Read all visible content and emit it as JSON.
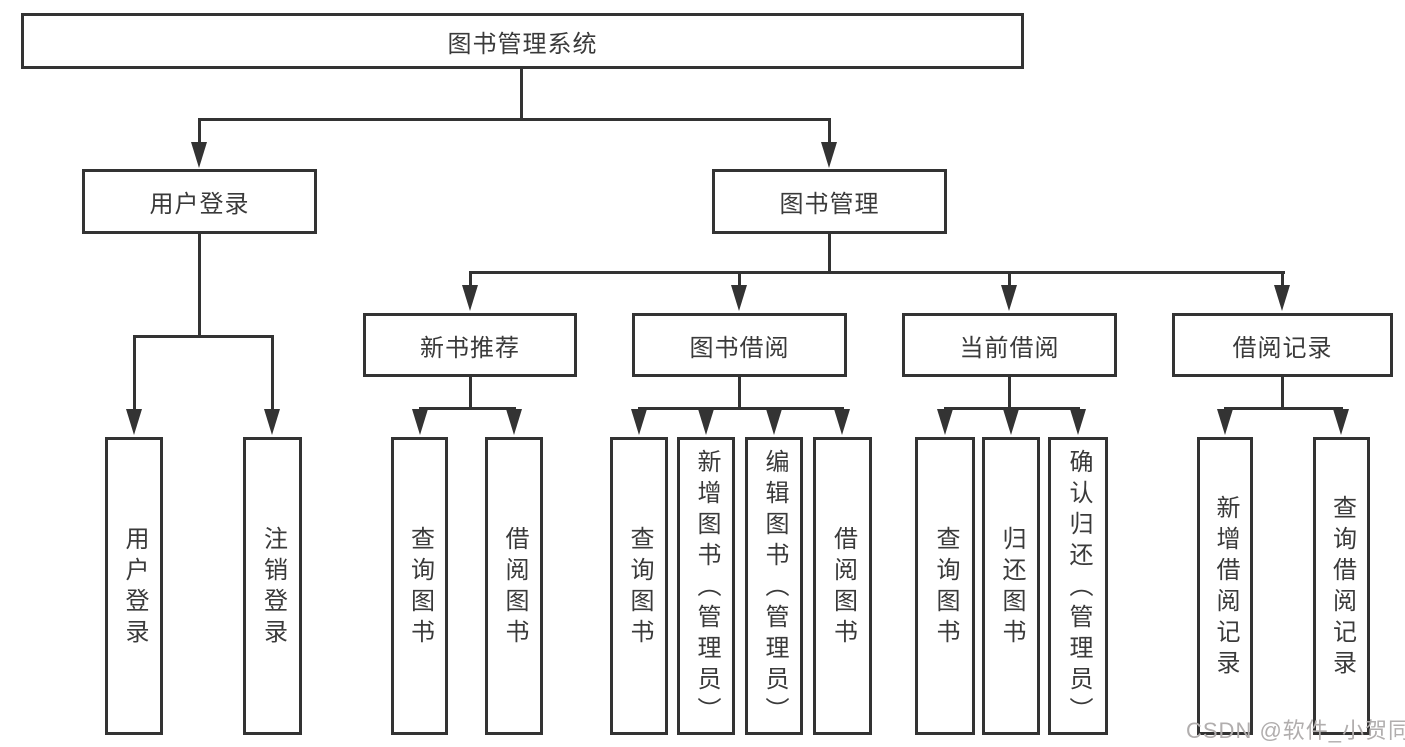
{
  "diagram": {
    "root": "图书管理系统",
    "level2": {
      "login": "用户登录",
      "management": "图书管理"
    },
    "level3": [
      "新书推荐",
      "图书借阅",
      "当前借阅",
      "借阅记录"
    ],
    "leaves": {
      "login": [
        "用户登录",
        "注销登录"
      ],
      "recommend": [
        "查询图书",
        "借阅图书"
      ],
      "borrow": [
        "查询图书",
        "新增图书（管理员）",
        "编辑图书（管理员）",
        "借阅图书"
      ],
      "current": [
        "查询图书",
        "归还图书",
        "确认归还（管理员）"
      ],
      "records": [
        "新增借阅记录",
        "查询借阅记录"
      ]
    }
  },
  "watermark": {
    "text": "CSDN @软件_小贺同学"
  },
  "colors": {
    "line": "#333333",
    "text": "#3a3a3a",
    "watermark": "#b1aeae",
    "background": "#ffffff"
  }
}
